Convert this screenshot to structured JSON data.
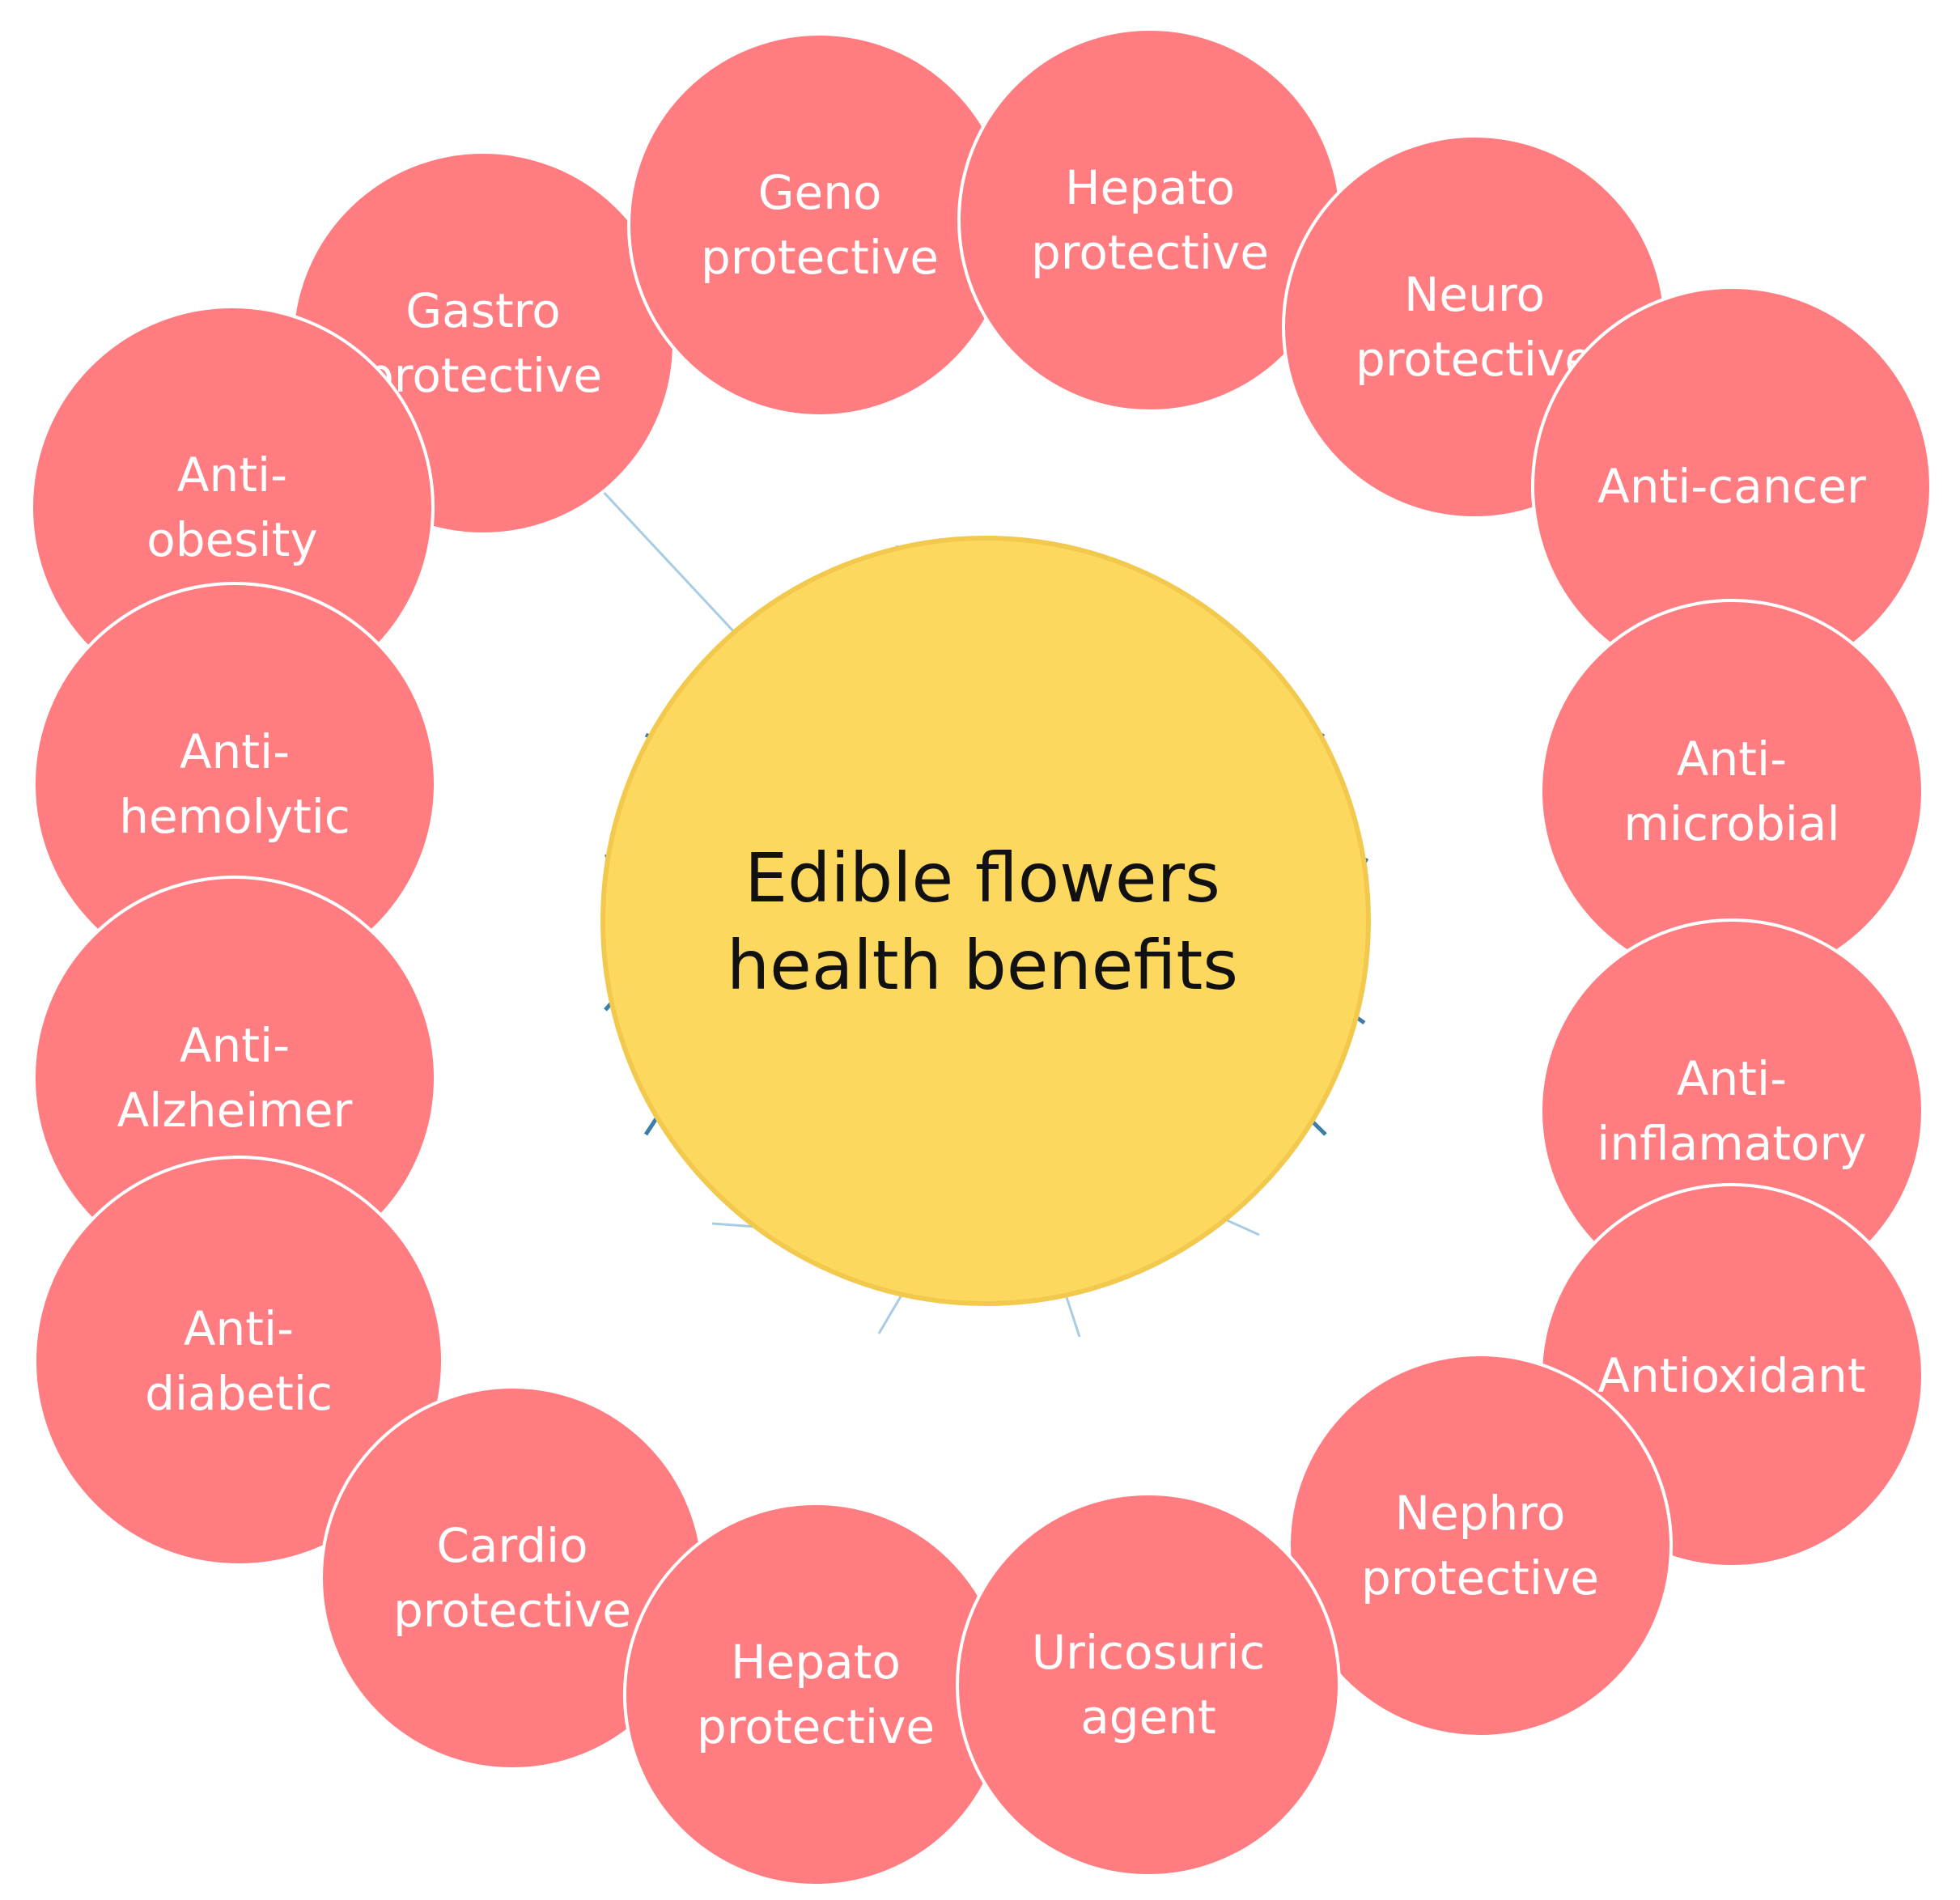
{
  "colors": {
    "center_fill": "#FDD85F",
    "center_stroke": "#F2C94C",
    "node_fill": "#FF7C80",
    "node_stroke": "#ffffff",
    "connector_dark": "#3C7DAA",
    "connector_light": "#A9CCE3"
  },
  "center": {
    "lines": [
      "Edible flowers",
      "health benefits"
    ]
  },
  "nodes": [
    {
      "lines": [
        "Gastro",
        "protective"
      ],
      "connector": "light"
    },
    {
      "lines": [
        "Geno",
        "protective"
      ],
      "connector": "light"
    },
    {
      "lines": [
        "Hepato",
        "protective"
      ],
      "connector": "light"
    },
    {
      "lines": [
        "Neuro",
        "protective"
      ],
      "connector": "light"
    },
    {
      "lines": [
        "Anti-obesity"
      ],
      "display_lines": [
        "Anti-",
        "obesity"
      ],
      "connector": "dark"
    },
    {
      "lines": [
        "Anti-cancer"
      ],
      "connector": "dark"
    },
    {
      "lines": [
        "Anti-hemolytic"
      ],
      "display_lines": [
        "Anti-",
        "hemolytic"
      ],
      "connector": "dark"
    },
    {
      "lines": [
        "Anti-microbial"
      ],
      "display_lines": [
        "Anti-",
        "microbial"
      ],
      "connector": "dark"
    },
    {
      "lines": [
        "Anti-Alzheimer"
      ],
      "display_lines": [
        "Anti-",
        "Alzheimer"
      ],
      "connector": "dark"
    },
    {
      "lines": [
        "Anti-inflamatory"
      ],
      "display_lines": [
        "Anti-",
        "inflamatory"
      ],
      "connector": "dark"
    },
    {
      "lines": [
        "Anti-diabetic"
      ],
      "display_lines": [
        "Anti-",
        "diabetic"
      ],
      "connector": "dark"
    },
    {
      "lines": [
        "Antioxidant"
      ],
      "connector": "dark"
    },
    {
      "lines": [
        "Cardio",
        "protective"
      ],
      "connector": "light"
    },
    {
      "lines": [
        "Nephro",
        "protective"
      ],
      "connector": "light"
    },
    {
      "lines": [
        "Hepato",
        "protective"
      ],
      "connector": "light"
    },
    {
      "lines": [
        "Uricosuric",
        "agent"
      ],
      "connector": "light"
    }
  ]
}
